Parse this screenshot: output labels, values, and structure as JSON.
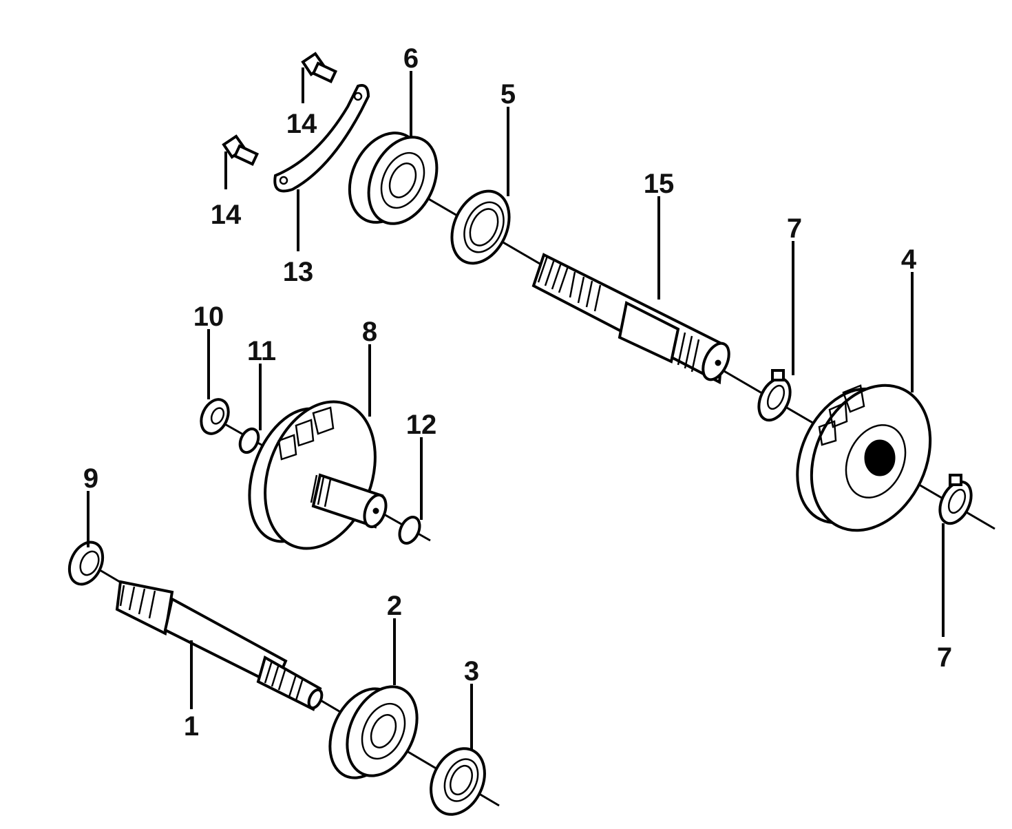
{
  "diagram": {
    "callouts": {
      "c1": "1",
      "c2": "2",
      "c3": "3",
      "c4": "4",
      "c5": "5",
      "c6": "6",
      "c7a": "7",
      "c7b": "7",
      "c8": "8",
      "c9": "9",
      "c10": "10",
      "c11": "11",
      "c12": "12",
      "c13": "13",
      "c14a": "14",
      "c14b": "14",
      "c15": "15"
    }
  }
}
